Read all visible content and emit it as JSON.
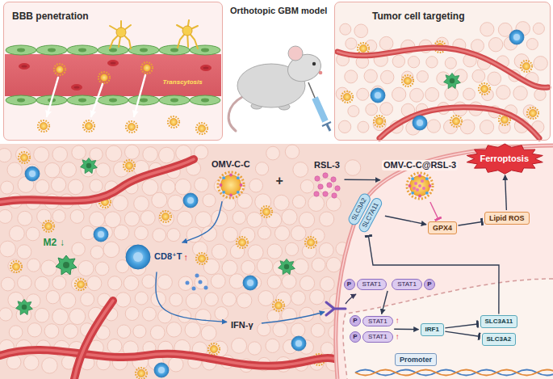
{
  "diagram": {
    "nodes": [
      {
        "text": [
          "BBB penetration"
        ]
      },
      {
        "text": [
          "Tumor cell targeting"
        ]
      },
      {
        "text": [
          "OMV-C-C"
        ]
      },
      {
        "text": [
          "RSL-3"
        ]
      },
      {
        "text": [
          "OMV-C-C@RSL-3"
        ]
      },
      {
        "text": [
          "CD8⁺T"
        ]
      },
      {
        "text": [
          "IFN-γ"
        ]
      },
      {
        "text": [
          "Ferroptosis"
        ]
      },
      {
        "text": [
          "SLC3A2",
          "SLC7A11"
        ]
      },
      {
        "text": [
          "GPX4"
        ]
      },
      {
        "text": [
          "Lipid ROS"
        ]
      },
      {
        "text": [
          "STAT1",
          "STAT1"
        ]
      },
      {
        "text": [
          "STAT1",
          "STAT1"
        ]
      },
      {
        "text": [
          "IRF1"
        ]
      },
      {
        "text": [
          "SLC3A11"
        ]
      },
      {
        "text": [
          "SLC3A2"
        ]
      },
      {
        "text": [
          "Promoter"
        ]
      }
    ],
    "edges": [
      {
        "from": 3,
        "to": 4,
        "arrow": "to"
      },
      {
        "from": 2,
        "to": 5,
        "arrow": "to"
      },
      {
        "from": 5,
        "to": 6,
        "arrow": "to"
      },
      {
        "from": 11,
        "to": 12,
        "arrow": "to"
      },
      {
        "from": 12,
        "to": 13,
        "arrow": "to"
      },
      {
        "from": 13,
        "to": 14,
        "arrow": "to"
      },
      {
        "from": 13,
        "to": 15,
        "arrow": "to"
      },
      {
        "from": 14,
        "to": 8,
        "arrow": "to"
      },
      {
        "from": 8,
        "to": 9,
        "arrow": "to"
      },
      {
        "from": 4,
        "to": 9,
        "arrow": "to"
      },
      {
        "from": 9,
        "to": 10,
        "arrow": "to"
      },
      {
        "from": 10,
        "to": 7,
        "arrow": "to"
      }
    ],
    "labels": [
      "Orthotopic GBM model",
      "Transcytosis",
      "+",
      "M2",
      "↓",
      "↑",
      "P",
      "P",
      "P",
      "P",
      "↑",
      "↑"
    ]
  }
}
